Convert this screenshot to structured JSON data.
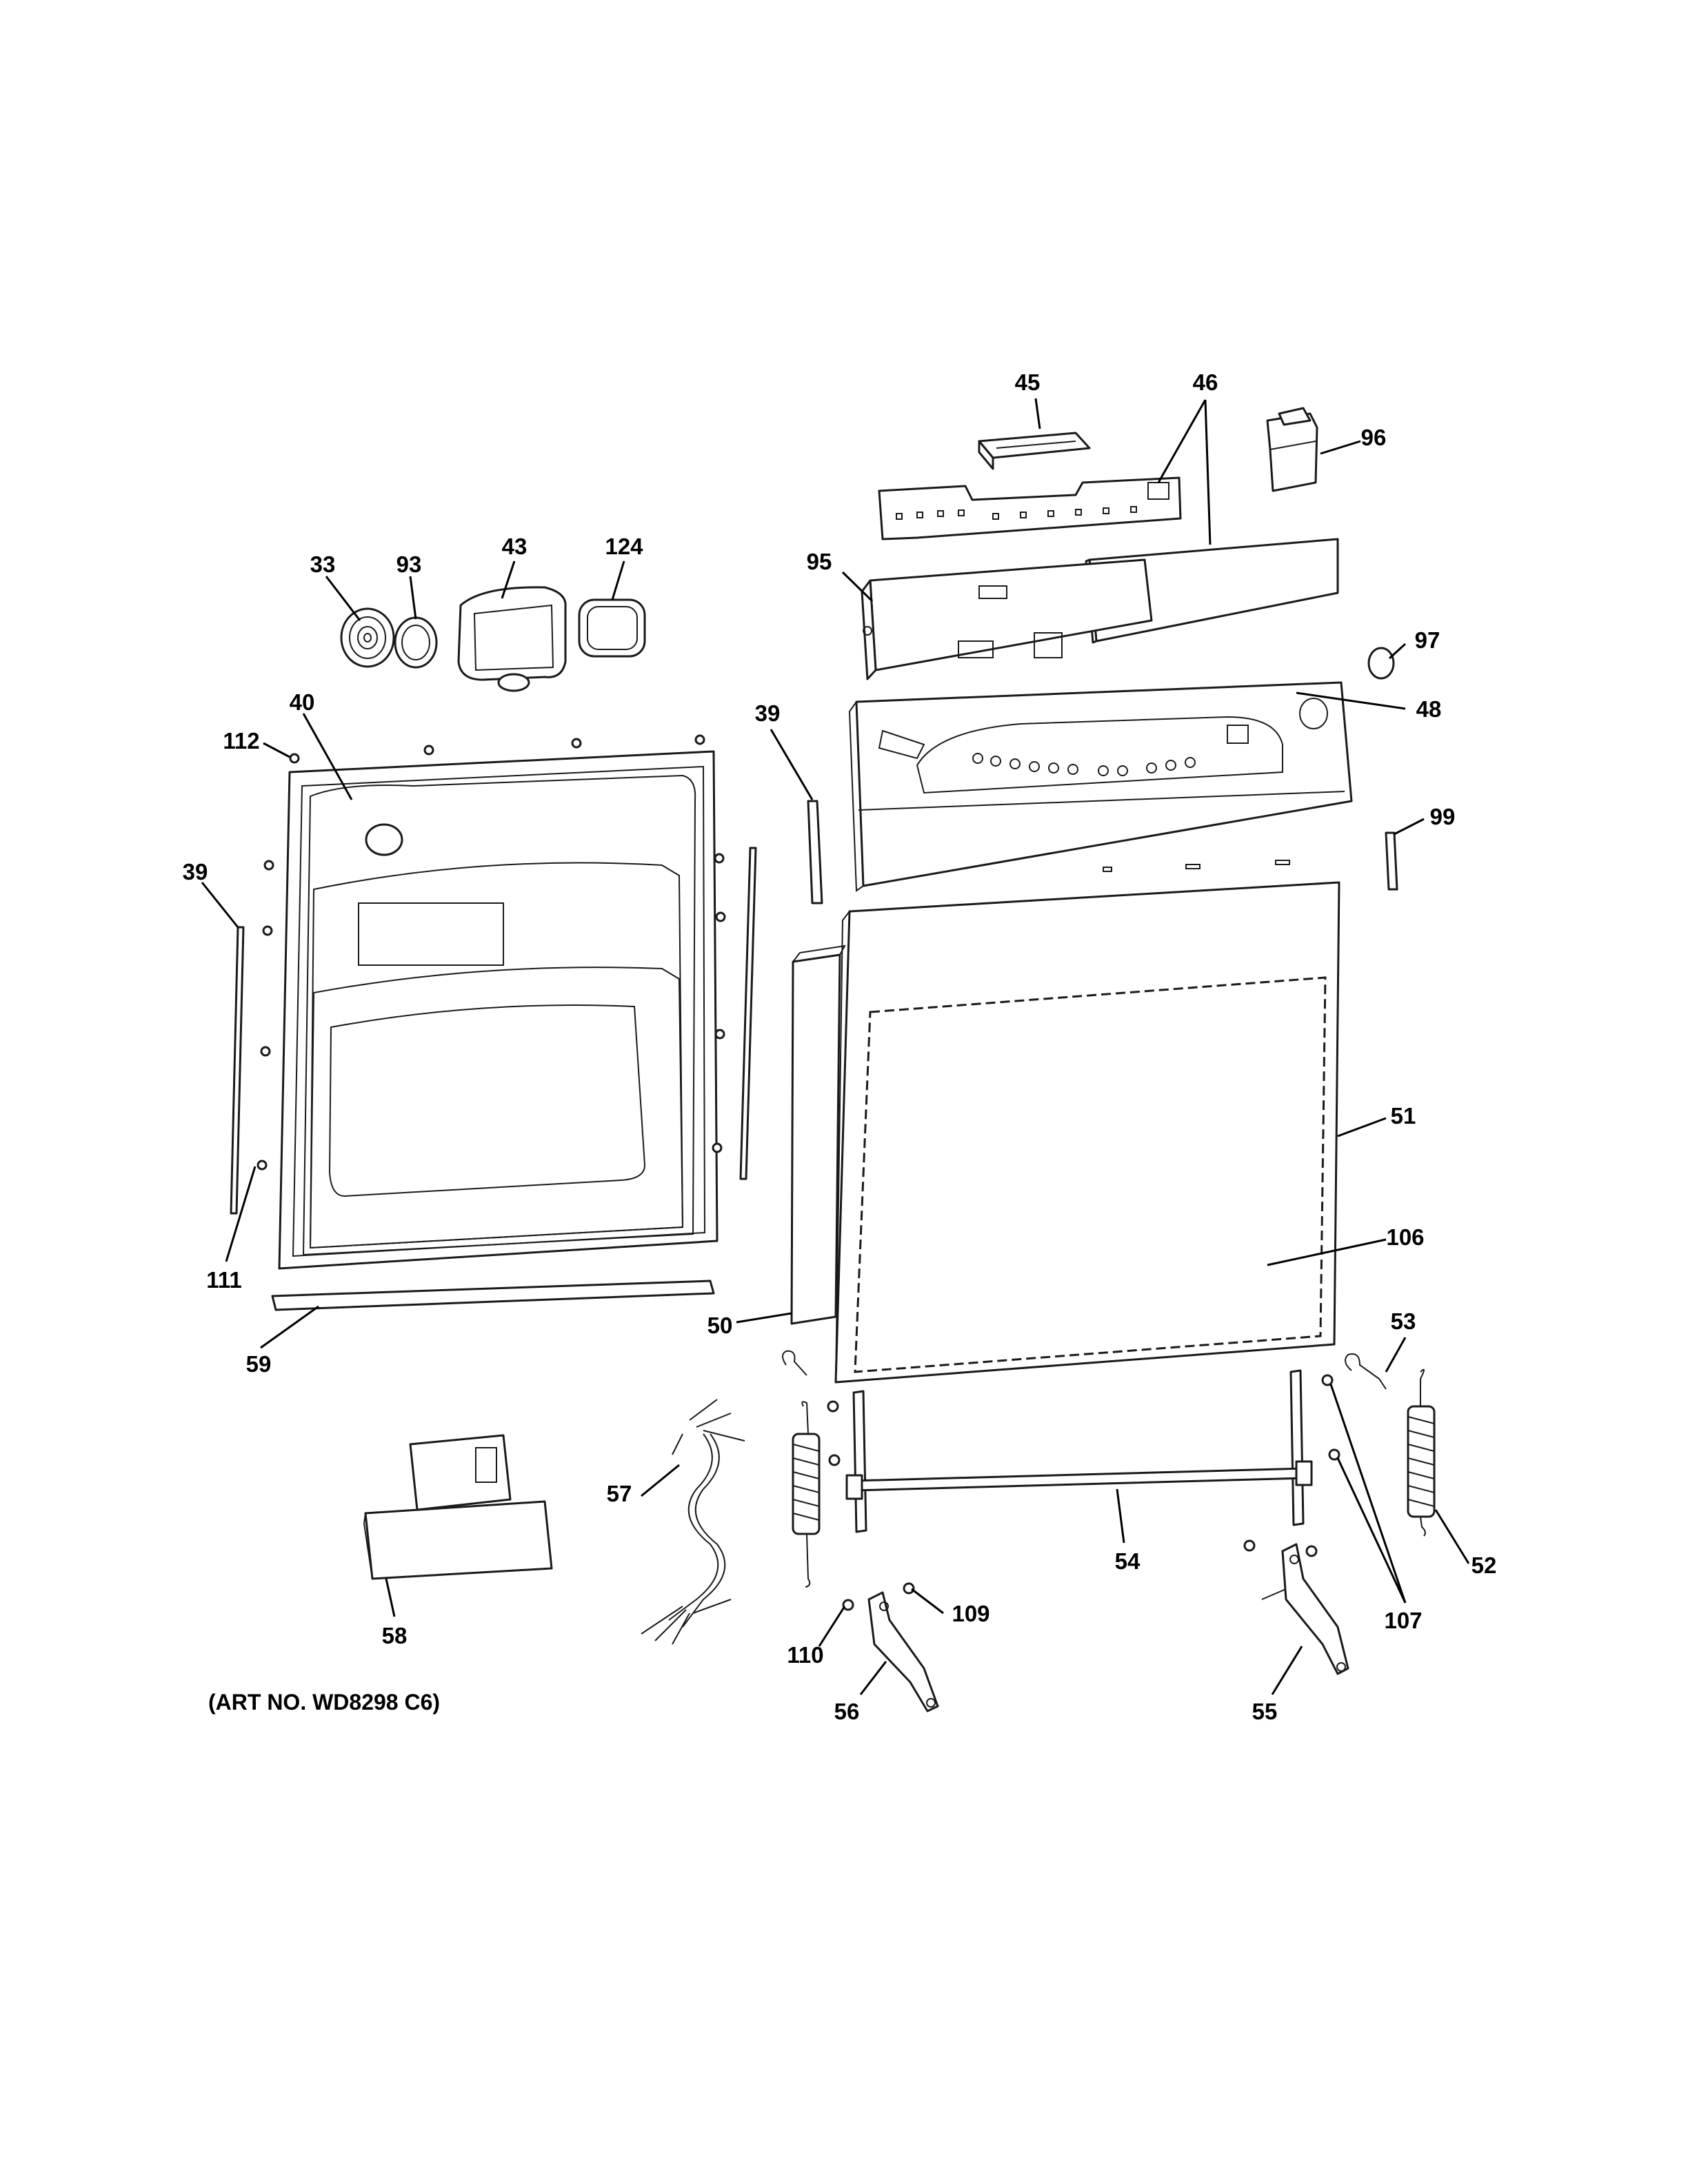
{
  "labels": {
    "p45": "45",
    "p46": "46",
    "p96": "96",
    "p95": "95",
    "p33": "33",
    "p93": "93",
    "p43": "43",
    "p124": "124",
    "p97": "97",
    "p48": "48",
    "p40": "40",
    "p112": "112",
    "p39_left": "39",
    "p39_mid": "39",
    "p99": "99",
    "p51": "51",
    "p106": "106",
    "p111": "111",
    "p50": "50",
    "p59": "59",
    "p53": "53",
    "p57": "57",
    "p54": "54",
    "p52": "52",
    "p58": "58",
    "p110": "110",
    "p109": "109",
    "p107": "107",
    "p56": "56",
    "p55": "55"
  },
  "art_number": "(ART NO. WD8298 C6)"
}
